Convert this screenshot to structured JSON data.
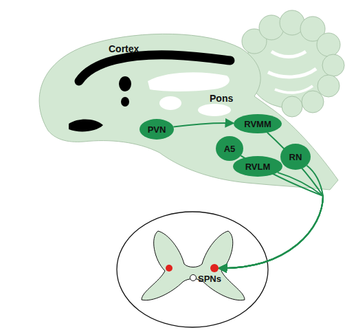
{
  "diagram": {
    "nodes": [
      {
        "text": [
          "PVN"
        ]
      },
      {
        "text": [
          "RVMM"
        ]
      },
      {
        "text": [
          "A5"
        ]
      },
      {
        "text": [
          "RVLM"
        ]
      },
      {
        "text": [
          "RN"
        ]
      },
      {
        "text": [
          "SPNs"
        ]
      }
    ],
    "edges": [
      {
        "from": 0,
        "to": 1,
        "arrow": "to"
      },
      {
        "from": 1,
        "to": 5,
        "arrow": "to"
      },
      {
        "from": 2,
        "to": 5,
        "arrow": "to"
      },
      {
        "from": 3,
        "to": 5,
        "arrow": "to"
      },
      {
        "from": 4,
        "to": 5,
        "arrow": "to"
      }
    ],
    "labels": [
      "Cortex",
      "Pons"
    ]
  }
}
